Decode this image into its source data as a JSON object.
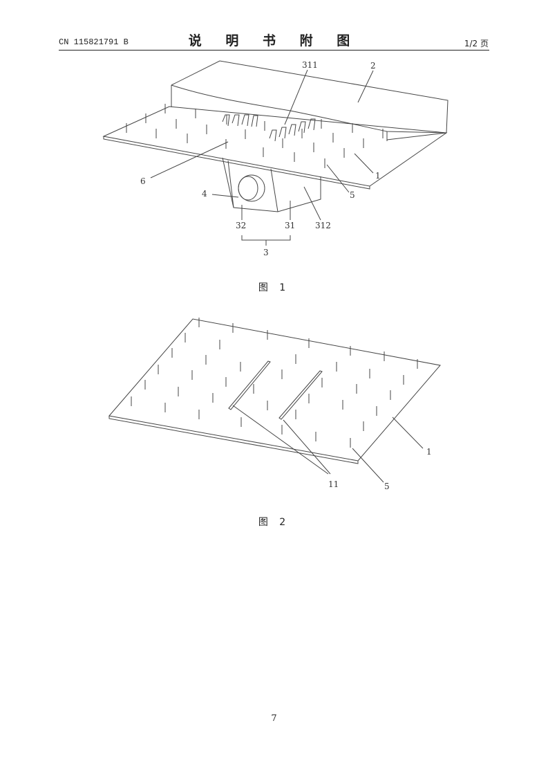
{
  "header": {
    "publication_number": "CN 115821791 B",
    "section_title": "说 明 书 附 图",
    "page_indicator": "1/2 页"
  },
  "figure1": {
    "caption": "图 1",
    "labels": {
      "l311": "311",
      "l2": "2",
      "l6": "6",
      "l1": "1",
      "l4": "4",
      "l5": "5",
      "l32": "32",
      "l31": "31",
      "l312": "312",
      "l3": "3"
    }
  },
  "figure2": {
    "caption": "图 2",
    "labels": {
      "l1": "1",
      "l11": "11",
      "l5": "5"
    }
  },
  "footer": {
    "page_number": "7"
  }
}
